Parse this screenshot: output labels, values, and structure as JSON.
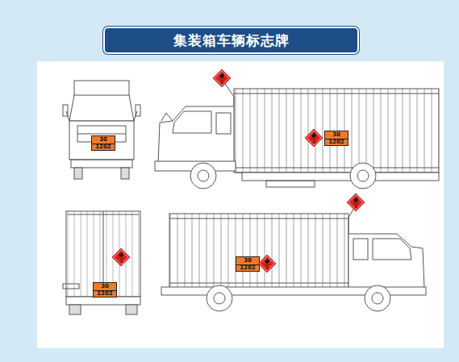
{
  "diagram": {
    "title": "集装箱车辆标志牌",
    "nodes": [
      {
        "text": [
          "30",
          "1202"
        ]
      },
      {
        "text": [
          "3"
        ]
      },
      {
        "text": [
          "3"
        ]
      },
      {
        "text": [
          "30",
          "1202"
        ]
      },
      {
        "text": [
          "3"
        ]
      },
      {
        "text": [
          "30",
          "1202"
        ]
      },
      {
        "text": [
          "30",
          "1202"
        ]
      },
      {
        "text": [
          "3"
        ]
      },
      {
        "text": [
          "3"
        ]
      }
    ]
  }
}
